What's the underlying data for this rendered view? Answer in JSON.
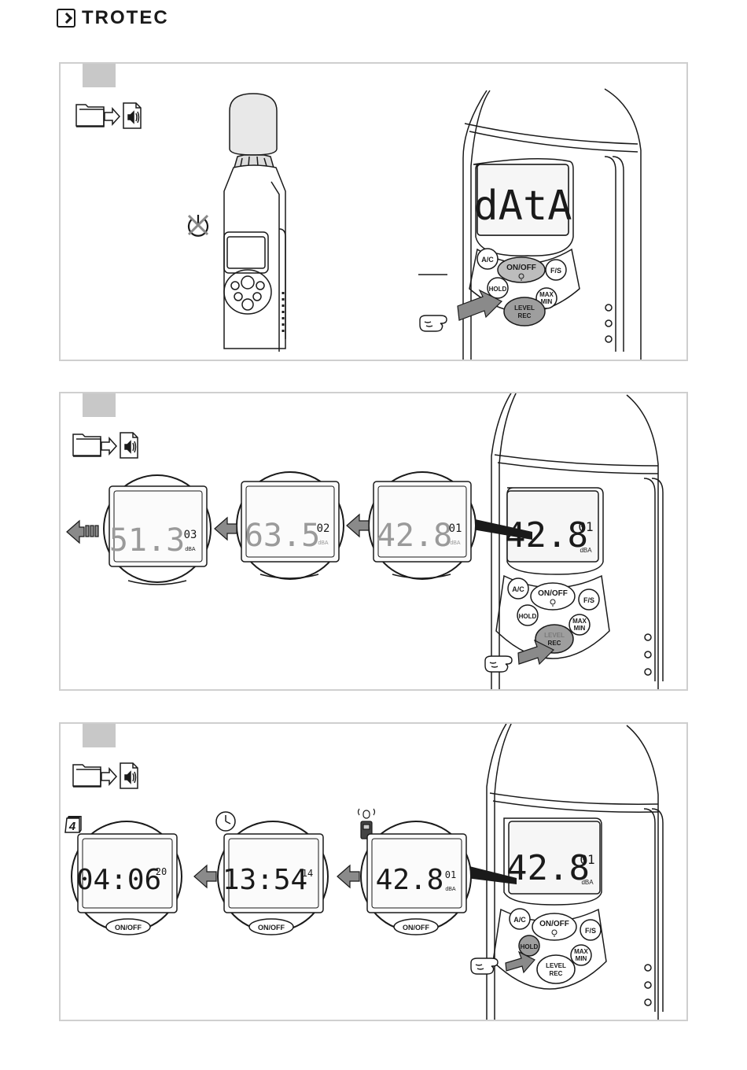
{
  "brand": "TROTEC",
  "buttons": {
    "ac": "A/C",
    "onoff": "ON/OFF",
    "fs": "F/S",
    "hold": "HOLD",
    "maxmin_top": "MAX",
    "maxmin_bottom": "MIN",
    "level": "LEVEL",
    "rec": "REC"
  },
  "unit": "dBA",
  "panel1": {
    "display": "dAtA"
  },
  "panel2": {
    "main": {
      "value": "42.8",
      "index": "01"
    },
    "readings": [
      {
        "value": "42.8",
        "index": "01"
      },
      {
        "value": "63.5",
        "index": "02"
      },
      {
        "value": "51.3",
        "index": "03"
      }
    ]
  },
  "panel3": {
    "main": {
      "value": "42.8",
      "index": "01"
    },
    "readings": [
      {
        "value": "42.8",
        "index": "01"
      },
      {
        "value": "13:54",
        "index": "14"
      },
      {
        "value": "04:06",
        "index": "20"
      }
    ],
    "calendar_day": "4"
  }
}
